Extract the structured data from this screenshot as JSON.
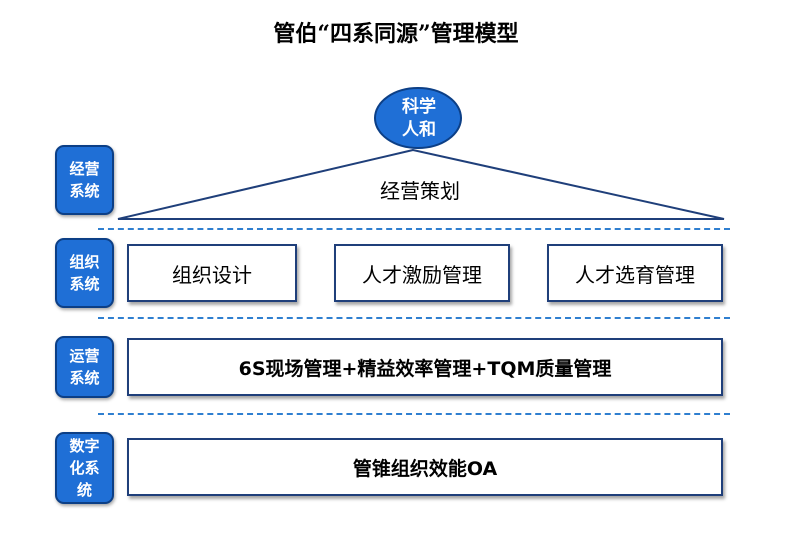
{
  "title": "管伯“四系同源”管理模型",
  "apex": "科学\n人和",
  "layers": [
    {
      "side": "经营\n系统",
      "pyramid_label": "经营策划"
    },
    {
      "side": "组织\n系统",
      "boxes": [
        "组织设计",
        "人才激励管理",
        "人才选育管理"
      ]
    },
    {
      "side": "运营\n系统",
      "boxes": [
        "6S现场管理+精益效率管理+TQM质量管理"
      ]
    },
    {
      "side": "数字\n化系\n统",
      "boxes": [
        "管锥组织效能OA"
      ]
    }
  ],
  "colors": {
    "side_fill": "#1f6fd6",
    "side_border": "#0c3f86",
    "box_border": "#1f3f7a",
    "divider": "#2f7fd0"
  }
}
